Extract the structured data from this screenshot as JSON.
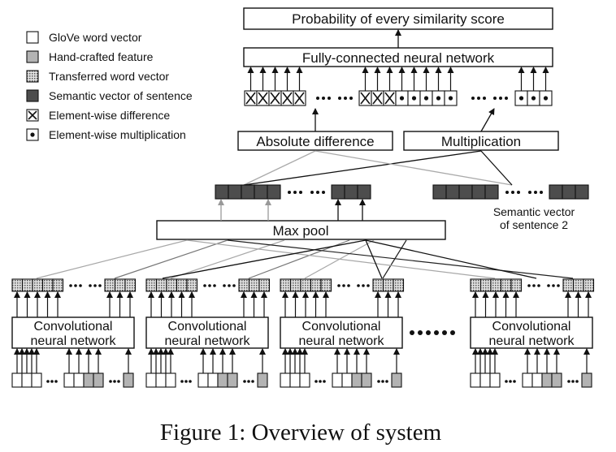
{
  "top": {
    "probability_label": "Probability of every similarity score"
  },
  "fc": {
    "label": "Fully-connected neural network"
  },
  "ops": {
    "abs_diff": "Absolute difference",
    "mult": "Multiplication"
  },
  "pool": {
    "label": "Max pool"
  },
  "sentence2": {
    "line1": "Semantic vector",
    "line2": "of sentence 2"
  },
  "cnn": {
    "line1": "Convolutional",
    "line2": "neural network"
  },
  "legend": [
    {
      "type": "glove",
      "label": "GloVe word vector"
    },
    {
      "type": "hand",
      "label": "Hand-crafted feature"
    },
    {
      "type": "transfer",
      "label": "Transferred word vector"
    },
    {
      "type": "semantic",
      "label": "Semantic vector of sentence"
    },
    {
      "type": "diff",
      "label": "Element-wise difference"
    },
    {
      "type": "mult",
      "label": "Element-wise multiplication"
    }
  ],
  "caption": "Figure 1: Overview of system",
  "colors": {
    "stroke": "#111111",
    "hand": "#b3b3b3",
    "transfer": "#bdbdbd",
    "semantic": "#4d4d4d",
    "light_line": "#a8a8a8",
    "mid_line": "#777777"
  }
}
